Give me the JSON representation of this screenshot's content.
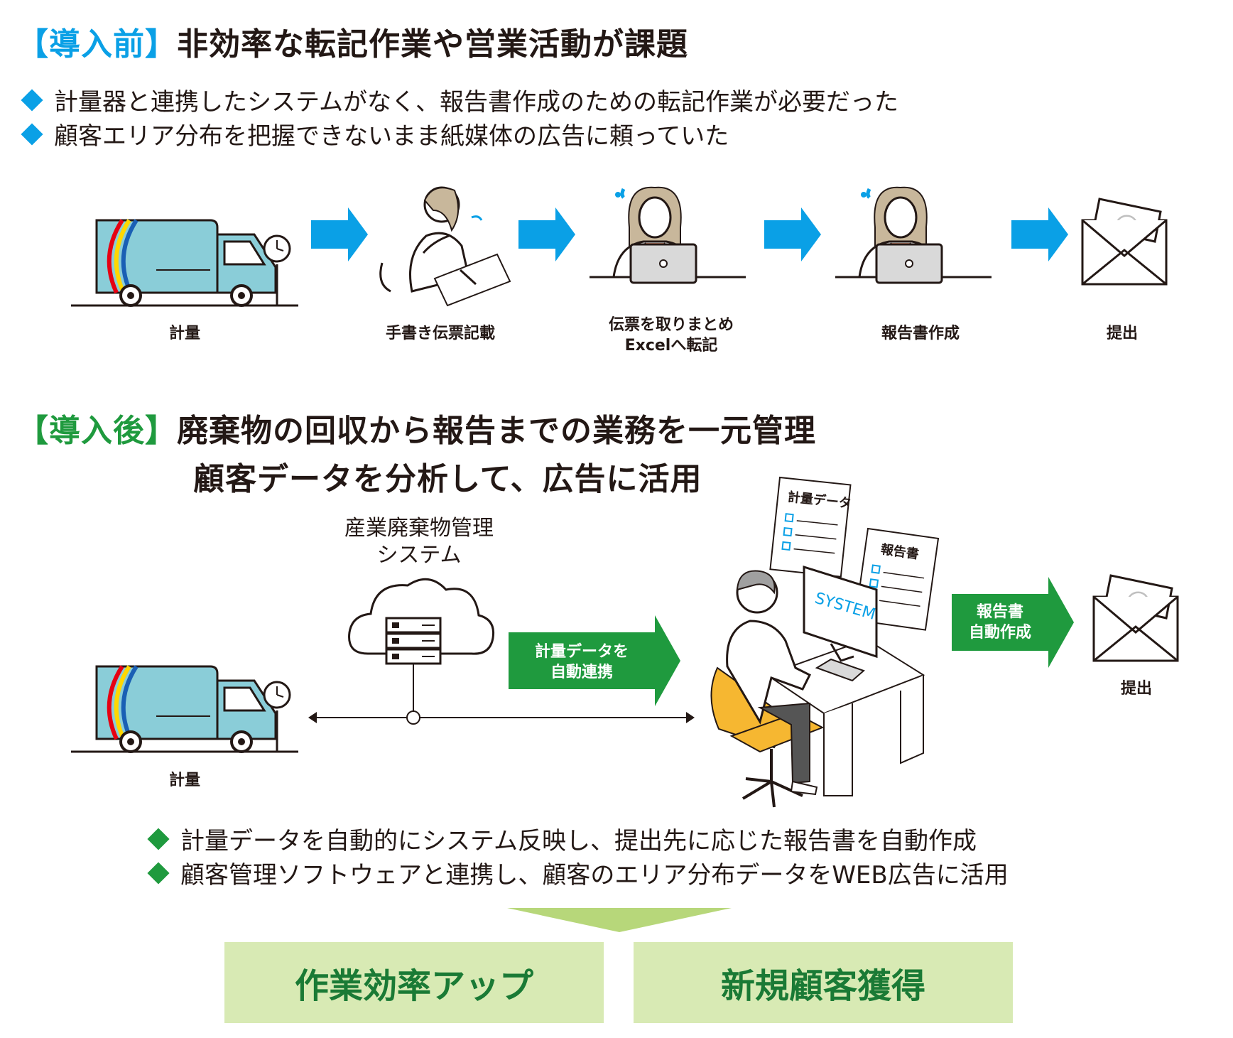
{
  "before": {
    "tag": "【導入前】",
    "title": "非効率な転記作業や営業活動が課題",
    "bullets": [
      "計量器と連携したシステムがなく、報告書作成のための転記作業が必要だった",
      "顧客エリア分布を把握できないまま紙媒体の広告に頼っていた"
    ],
    "steps": [
      "計量",
      "手書き伝票記載",
      "伝票を取りまとめ\nExcelへ転記",
      "報告書作成",
      "提出"
    ]
  },
  "after": {
    "tag": "【導入後】",
    "title_line1": "廃棄物の回収から報告までの業務を一元管理",
    "title_line2": "顧客データを分析して、広告に活用",
    "system_label_line1": "産業廃棄物管理",
    "system_label_line2": "システム",
    "arrow1_line1": "計量データを",
    "arrow1_line2": "自動連携",
    "arrow2_line1": "報告書",
    "arrow2_line2": "自動作成",
    "weigh_label": "計量",
    "submit_label": "提出",
    "card1": "計量データ",
    "card2": "報告書",
    "monitor_text": "SYSTEM",
    "bullets": [
      "計量データを自動的にシステム反映し、提出先に応じた報告書を自動作成",
      "顧客管理ソフトウェアと連携し、顧客のエリア分布データをWEB広告に活用"
    ]
  },
  "results": [
    "作業効率アップ",
    "新規顧客獲得"
  ],
  "colors": {
    "blue": "#0aa0e6",
    "green": "#1f9a3e",
    "result_bg": "#d8eab4",
    "truck": "#8acdd8"
  },
  "email_symbol": "@"
}
